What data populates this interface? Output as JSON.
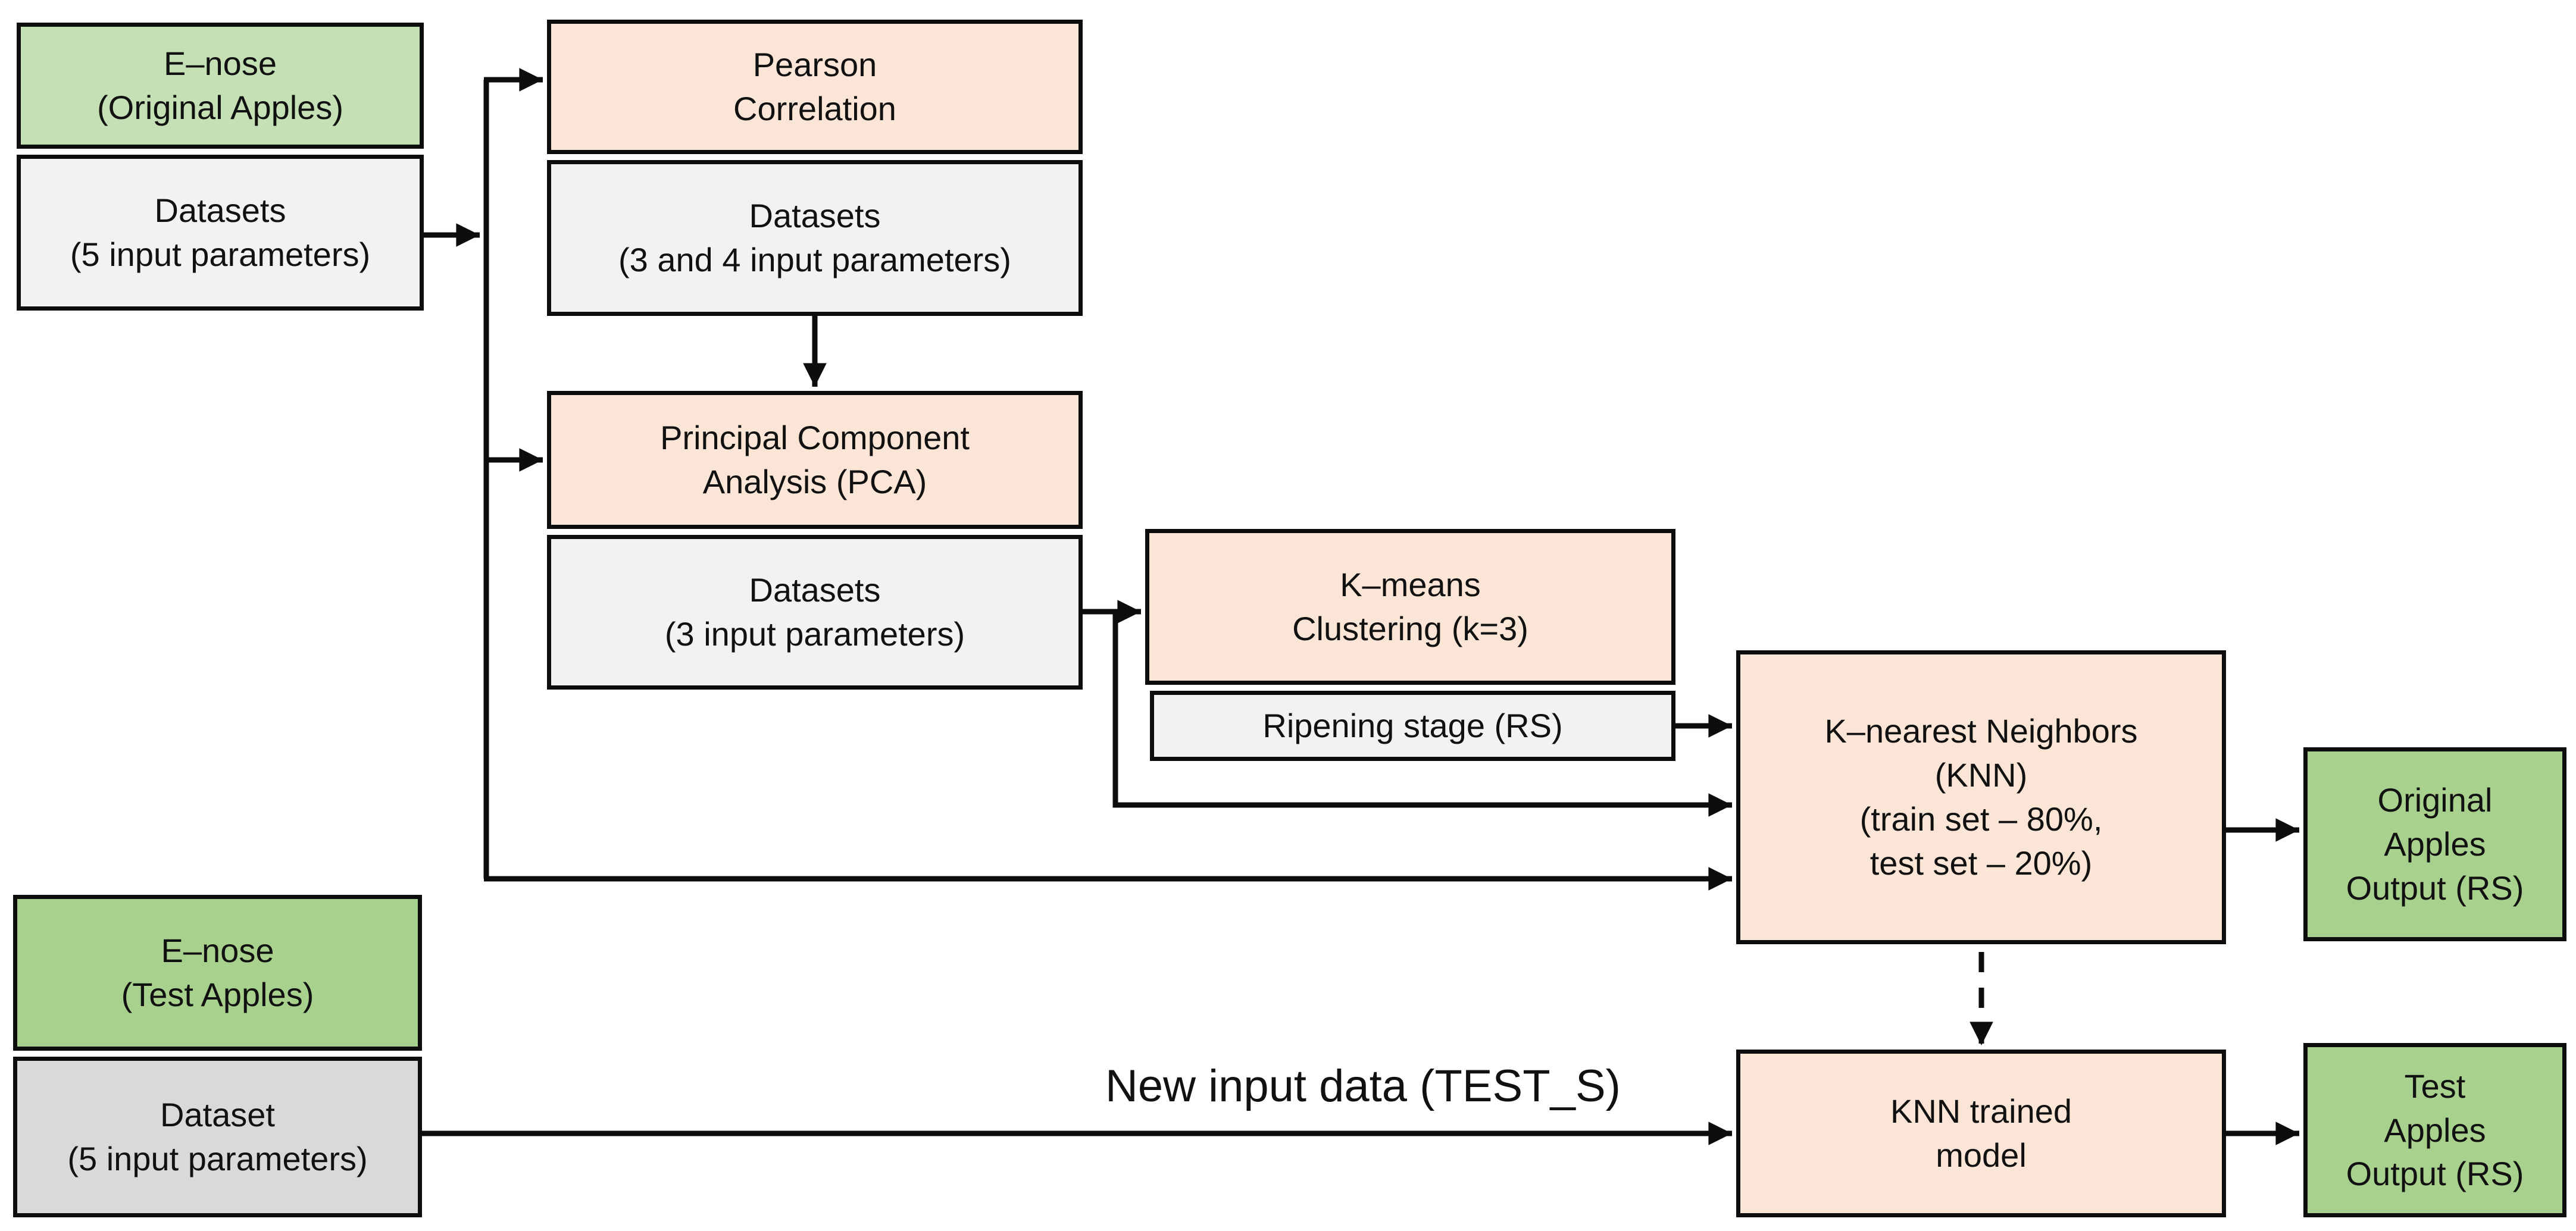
{
  "diagram": {
    "title_semantic": "E-nose apple ripening classification pipeline flowchart",
    "boxes": {
      "enose_original": {
        "line1": "E–nose",
        "line2": "(Original Apples)"
      },
      "datasets_original": {
        "line1": "Datasets",
        "line2": "(5 input parameters)"
      },
      "pearson": {
        "line1": "Pearson",
        "line2": "Correlation"
      },
      "datasets_3_4": {
        "line1": "Datasets",
        "line2": "(3 and 4 input parameters)"
      },
      "pca": {
        "line1": "Principal Component",
        "line2": "Analysis (PCA)"
      },
      "datasets_3": {
        "line1": "Datasets",
        "line2": "(3 input parameters)"
      },
      "kmeans": {
        "line1": "K–means",
        "line2": "Clustering (k=3)"
      },
      "ripening_stage": {
        "line1": "Ripening stage (RS)"
      },
      "knn": {
        "line1": "K–nearest Neighbors",
        "line2": "(KNN)",
        "line3": "(train set – 80%,",
        "line4": "test set – 20%)"
      },
      "original_apples_output": {
        "line1": "Original",
        "line2": "Apples",
        "line3": "Output (RS)"
      },
      "enose_test": {
        "line1": "E–nose",
        "line2": "(Test Apples)"
      },
      "dataset_test": {
        "line1": "Dataset",
        "line2": "(5 input parameters)"
      },
      "knn_trained": {
        "line1": "KNN trained",
        "line2": "model"
      },
      "test_apples_output": {
        "line1": "Test",
        "line2": "Apples",
        "line3": "Output (RS)"
      }
    },
    "labels": {
      "new_input_data": "New input data (TEST_S)"
    },
    "colors": {
      "green_light": "#c5e0b4",
      "green": "#a9d18e",
      "peach": "#fbe5d6",
      "gray_light": "#f2f2f2",
      "gray": "#d9d9d9",
      "line": "#0d0d0d",
      "text": "#111111",
      "background": "#ffffff"
    }
  }
}
